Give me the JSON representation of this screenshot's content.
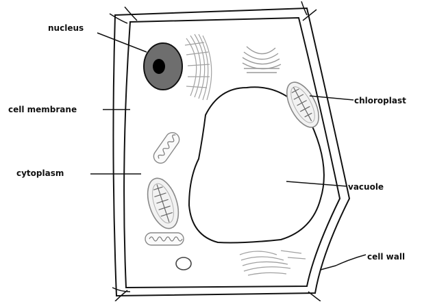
{
  "labels": {
    "nucleus": "nucleus",
    "cell_membrane": "cell membrane",
    "cytoplasm": "cytoplasm",
    "chloroplast": "chloroplast",
    "vacuole": "vacuole",
    "cell_wall": "cell wall"
  },
  "colors": {
    "line": "#111111",
    "nucleus_fill": "#6e6e6e",
    "nucleolus_fill": "#000000",
    "organelle_stroke": "#9a9a9a"
  }
}
